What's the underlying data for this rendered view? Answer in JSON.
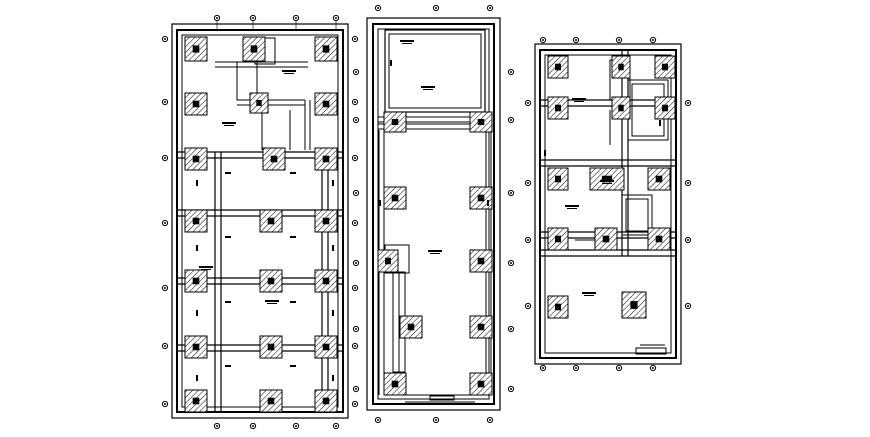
{
  "drawing": {
    "line_color": "#000000",
    "background_color": "#ffffff",
    "panels": [
      {
        "name": "plan-left"
      },
      {
        "name": "plan-middle"
      },
      {
        "name": "plan-right"
      }
    ]
  }
}
